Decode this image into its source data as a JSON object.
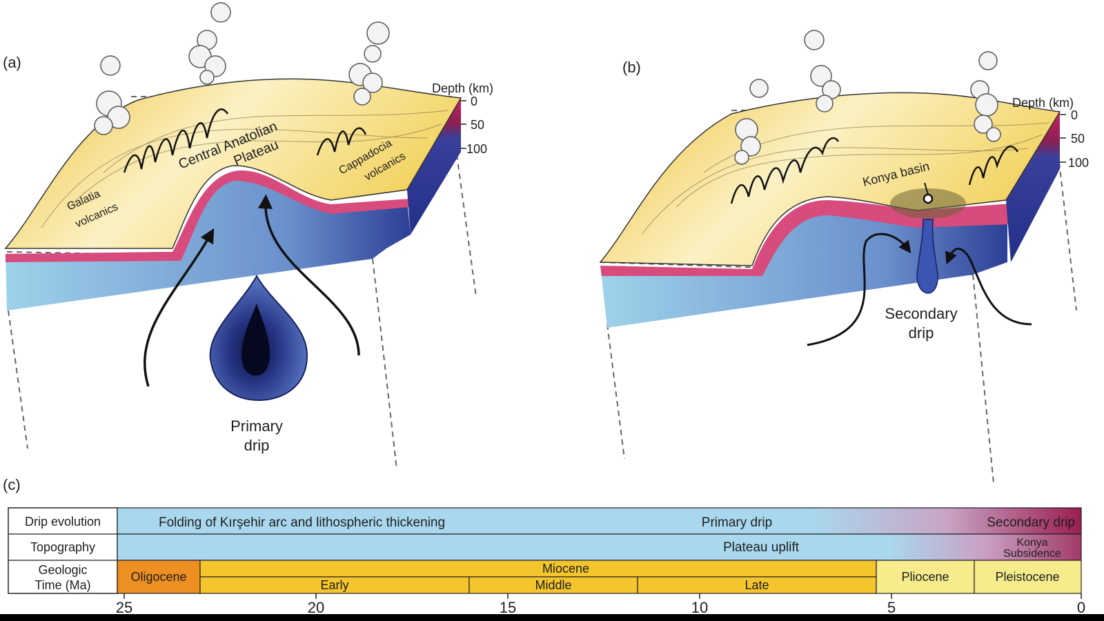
{
  "panels": {
    "a": {
      "panel_label": "(a)",
      "depth_title": "Depth (km)",
      "depth_ticks": [
        "0",
        "50",
        "100"
      ],
      "plateau_line1": "Central Anatolian",
      "plateau_line2": "Plateau",
      "galatia_line1": "Galatia",
      "galatia_line2": "volcanics",
      "cappadocia_line1": "Cappadocia",
      "cappadocia_line2": "volcanics",
      "drip_line1": "Primary",
      "drip_line2": "drip"
    },
    "b": {
      "panel_label": "(b)",
      "depth_title": "Depth (km)",
      "depth_ticks": [
        "0",
        "50",
        "100"
      ],
      "konya": "Konya basin",
      "drip_line1": "Secondary",
      "drip_line2": "drip"
    }
  },
  "timeline": {
    "panel_label": "(c)",
    "rows": {
      "drip": {
        "header": "Drip evolution",
        "phase1": "Folding of Kırşehir arc and lithospheric thickening",
        "phase2": "Primary drip",
        "phase3": "Secondary drip"
      },
      "topo": {
        "header": "Topography",
        "phase1": "Plateau uplift",
        "phase2_line1": "Konya",
        "phase2_line2": "Subsidence"
      },
      "time": {
        "header_line1": "Geologic",
        "header_line2": "Time (Ma)",
        "oligocene": "Oligocene",
        "miocene": "Miocene",
        "early": "Early",
        "middle": "Middle",
        "late": "Late",
        "pliocene": "Pliocene",
        "pleistocene": "Pleistocene"
      }
    },
    "axis_ticks": [
      "25",
      "20",
      "15",
      "10",
      "5",
      "0"
    ],
    "colors": {
      "drip_row": "#a9d8ee",
      "secondary_drip": "#9a1e52",
      "oligocene": "#ee8f22",
      "miocene": "#f4c52c",
      "pliocene_pleistocene": "#f7ec8c"
    }
  }
}
